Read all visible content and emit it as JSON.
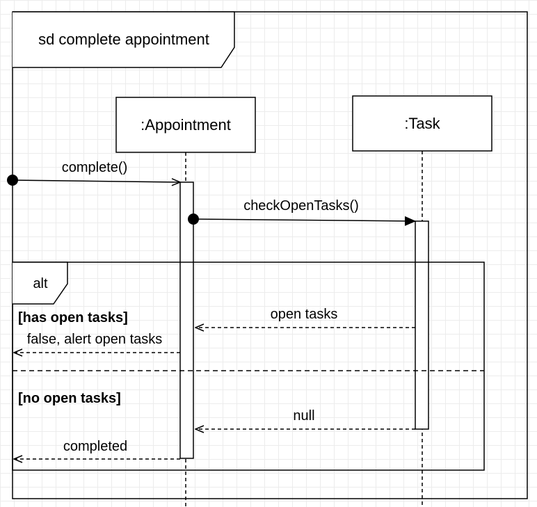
{
  "frame": {
    "title": "sd complete appointment"
  },
  "lifelines": [
    {
      "label": ":Appointment"
    },
    {
      "label": ":Task"
    }
  ],
  "messages": {
    "complete": "complete()",
    "check_open_tasks": "checkOpenTasks()",
    "open_tasks_return": "open tasks",
    "false_alert_return": "false, alert open tasks",
    "null_return": "null",
    "completed_return": "completed"
  },
  "alt": {
    "label": "alt",
    "guard_1": "[has open tasks]",
    "guard_2": "[no open tasks]"
  }
}
